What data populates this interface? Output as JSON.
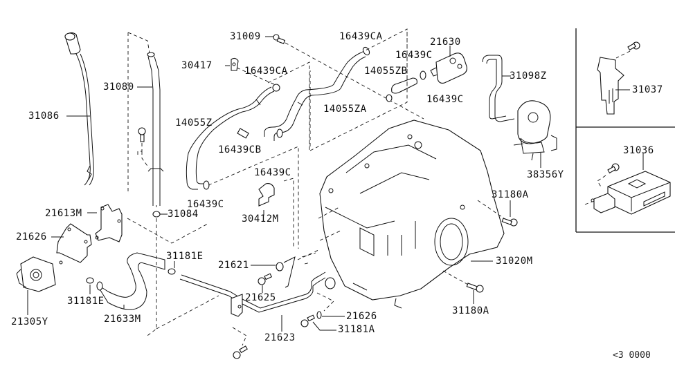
{
  "diagram": {
    "title": "Auto Transmission, Transaxle & Fitting",
    "diagram_code": "<3 0000",
    "callouts": [
      {
        "id": "c01",
        "part": "31086"
      },
      {
        "id": "c02",
        "part": "31080"
      },
      {
        "id": "c03",
        "part": "31009"
      },
      {
        "id": "c04",
        "part": "30417"
      },
      {
        "id": "c05",
        "part": "16439CA"
      },
      {
        "id": "c06",
        "part": "16439CA"
      },
      {
        "id": "c07",
        "part": "14055Z"
      },
      {
        "id": "c08",
        "part": "16439CB"
      },
      {
        "id": "c09",
        "part": "14055ZA"
      },
      {
        "id": "c10",
        "part": "16439C"
      },
      {
        "id": "c11",
        "part": "16439C"
      },
      {
        "id": "c12",
        "part": "14055ZB"
      },
      {
        "id": "c13",
        "part": "16439C"
      },
      {
        "id": "c14",
        "part": "21630"
      },
      {
        "id": "c15",
        "part": "16439C"
      },
      {
        "id": "c16",
        "part": "31098Z"
      },
      {
        "id": "c17",
        "part": "38356Y"
      },
      {
        "id": "c18",
        "part": "31037"
      },
      {
        "id": "c19",
        "part": "31036"
      },
      {
        "id": "c20",
        "part": "31084"
      },
      {
        "id": "c21",
        "part": "30412M"
      },
      {
        "id": "c22",
        "part": "31180A"
      },
      {
        "id": "c23",
        "part": "31020M"
      },
      {
        "id": "c24",
        "part": "31180A"
      },
      {
        "id": "c25",
        "part": "21613M"
      },
      {
        "id": "c26",
        "part": "21626"
      },
      {
        "id": "c27",
        "part": "31181E"
      },
      {
        "id": "c28",
        "part": "31181E"
      },
      {
        "id": "c29",
        "part": "21305Y"
      },
      {
        "id": "c30",
        "part": "21633M"
      },
      {
        "id": "c31",
        "part": "21621"
      },
      {
        "id": "c32",
        "part": "21625"
      },
      {
        "id": "c33",
        "part": "21626"
      },
      {
        "id": "c34",
        "part": "31181A"
      },
      {
        "id": "c35",
        "part": "21623"
      }
    ]
  }
}
